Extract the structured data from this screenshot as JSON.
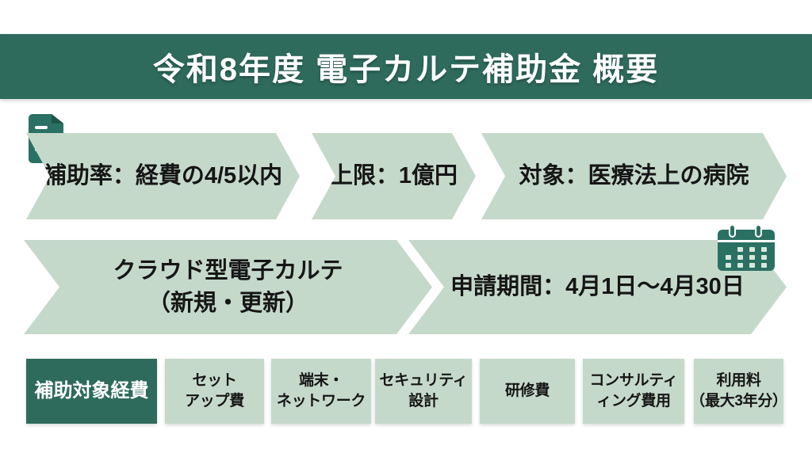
{
  "colors": {
    "header_green": "#2e6b5d",
    "dark_box_green": "#2e6b5c",
    "icon_teal": "#2a7163",
    "arrow_light_green": "#c5d9cb",
    "text_dark": "#161616",
    "text_light": "#ffffff"
  },
  "header": {
    "title": "令和8年度 電子カルテ補助金 概要"
  },
  "icons": {
    "document": "document-icon",
    "calendar": "calendar-icon"
  },
  "flow_row1": {
    "items": [
      {
        "label": "補助率：経費の4/5以内"
      },
      {
        "label": "上限：1億円"
      },
      {
        "label": "対象：医療法上の病院"
      }
    ]
  },
  "flow_row2": {
    "items": [
      {
        "line1": "クラウド型電子カルテ",
        "line2": "（新規・更新）"
      },
      {
        "label": "申請期間：4月1日～4月30日"
      }
    ]
  },
  "expense_row": {
    "header": {
      "label": "補助対象経費"
    },
    "items": [
      {
        "line1": "セット",
        "line2": "アップ費"
      },
      {
        "line1": "端末・",
        "line2": "ネットワーク"
      },
      {
        "line1": "セキュリティ",
        "line2": "設計"
      },
      {
        "line1": "研修費"
      },
      {
        "line1": "コンサルティ",
        "line2": "ィング費用"
      },
      {
        "line1": "利用料",
        "line2": "（最大3年分）"
      }
    ]
  }
}
